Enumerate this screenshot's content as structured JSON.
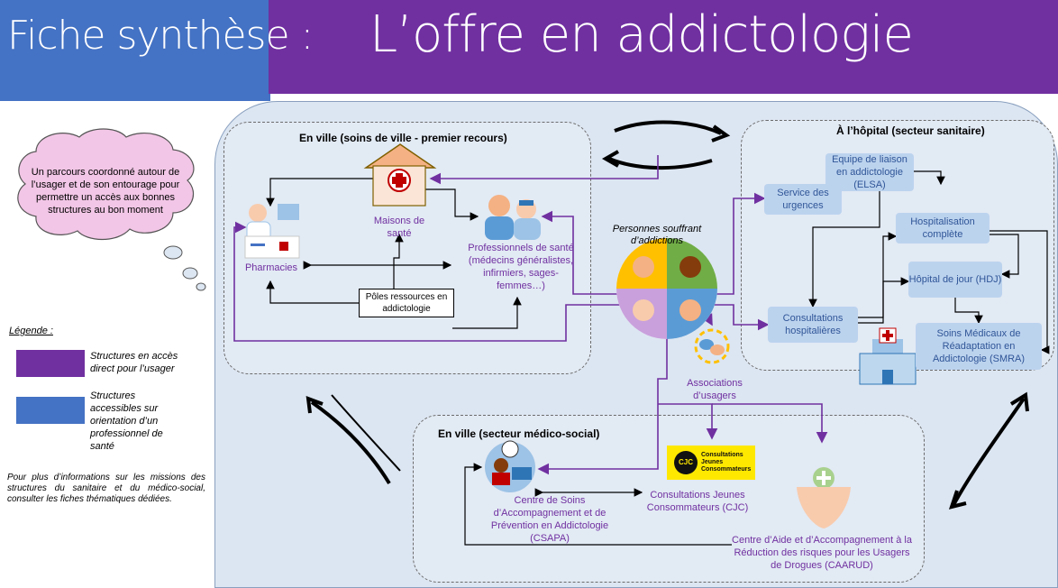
{
  "header": {
    "left_title": "Fiche synthèse :",
    "right_title": "L’offre en addictologie"
  },
  "thought_bubble": "Un parcours coordonné autour de l’usager et de son entourage pour permettre un accès aux bonnes structures au bon moment",
  "legend": {
    "title": "Légende :",
    "direct_access": "Structures en accès direct pour l’usager",
    "oriented_access": "Structures accessibles sur orientation d’un professionnel de santé",
    "more_info": "Pour plus d’informations sur les missions des structures du sanitaire et du médico-social, consulter les fiches thématiques dédiées.",
    "colors": {
      "direct": "#7030a0",
      "oriented": "#4472c4"
    }
  },
  "city_zone": {
    "title": "En ville (soins de ville - premier recours)",
    "maisons": "Maisons de santé",
    "pharmacies": "Pharmacies",
    "professionnels": "Professionnels de santé (médecins généralistes, infirmiers, sages-femmes…)",
    "poles": "Pôles ressources en addictologie"
  },
  "center": {
    "persons": "Personnes souffrant d’addictions",
    "associations": "Associations d’usagers"
  },
  "hospital_zone": {
    "title": "À l’hôpital (secteur sanitaire)",
    "elsa": "Equipe de liaison en addictologie (ELSA)",
    "urgences": "Service des urgences",
    "hospitalisation": "Hospitalisation complète",
    "hdj": "Hôpital de jour (HDJ)",
    "consultations": "Consultations hospitalières",
    "smra": "Soins Médicaux de Réadaptation en Addictologie (SMRA)"
  },
  "medico_zone": {
    "title": "En ville (secteur médico-social)",
    "csapa": "Centre de Soins d’Accompagnement et de Prévention en Addictologie (CSAPA)",
    "cjc": "Consultations Jeunes Consommateurs (CJC)",
    "cjc_logo_text": "CJC",
    "cjc_logo_caption": "Consultations Jeunes Consommateurs",
    "caarud": "Centre d’Aide et d’Accompagnement à la Réduction des risques pour les Usagers de Drogues (CAARUD)"
  }
}
